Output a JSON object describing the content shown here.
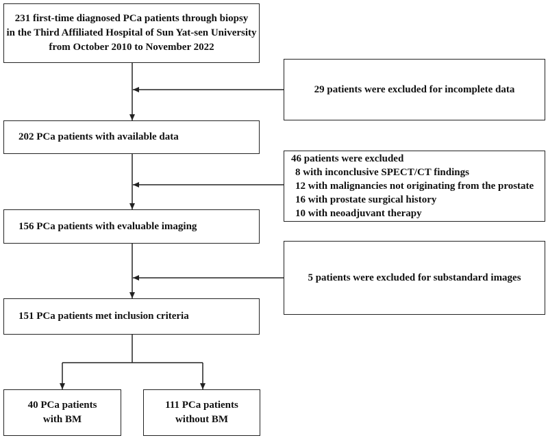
{
  "flowchart": {
    "start": {
      "lines": [
        "231 first-time diagnosed PCa patients through biopsy",
        "in the Third Affiliated Hospital of Sun Yat-sen University",
        "from October 2010 to November 2022"
      ]
    },
    "exclusion1": {
      "text": "29 patients were excluded for incomplete data"
    },
    "step2": {
      "text": "202 PCa patients with available data"
    },
    "exclusion2": {
      "title": "46 patients were excluded",
      "items": [
        "8 with inconclusive SPECT/CT findings",
        "12 with malignancies not originating from the prostate",
        "16 with prostate surgical history",
        "10 with neoadjuvant therapy"
      ]
    },
    "step3": {
      "text": "156 PCa patients with evaluable imaging"
    },
    "exclusion3": {
      "text": "5 patients were excluded for substandard images"
    },
    "step4": {
      "text": "151 PCa patients met inclusion criteria"
    },
    "outcome_bm": {
      "lines": [
        "40 PCa patients",
        "with BM"
      ]
    },
    "outcome_no_bm": {
      "lines": [
        "111 PCa patients",
        "without BM"
      ]
    }
  }
}
